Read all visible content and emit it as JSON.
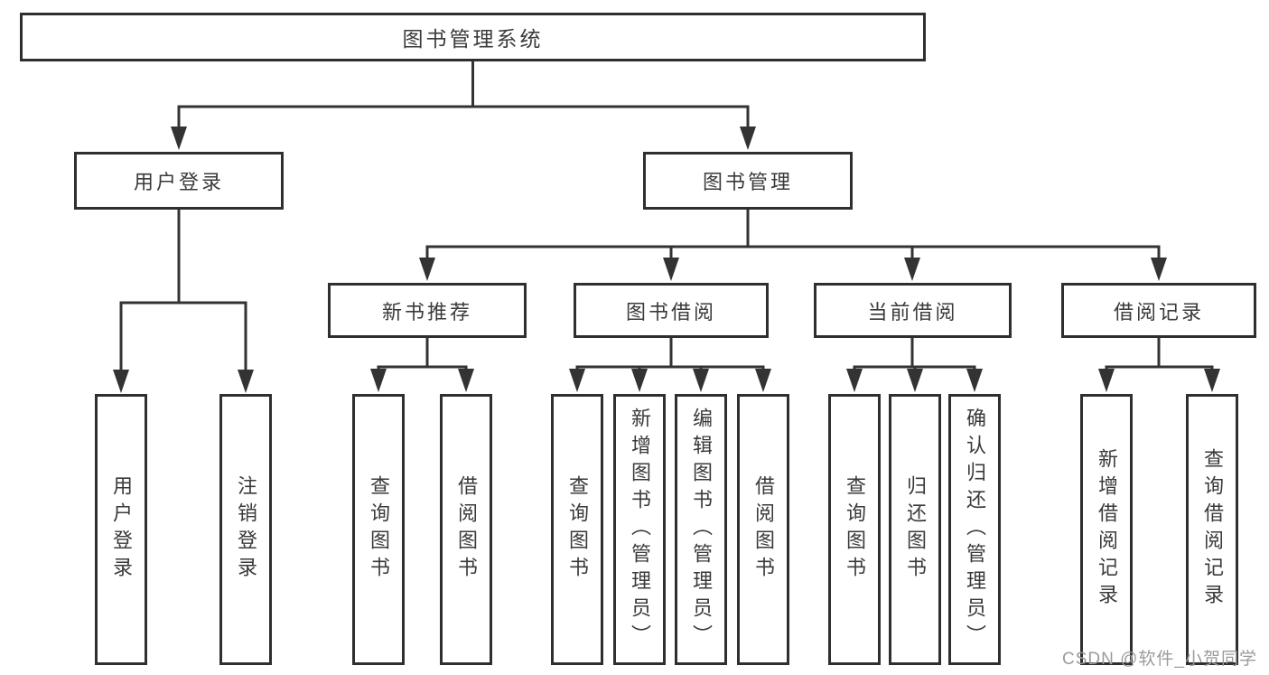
{
  "diagram_title": "图书管理系统",
  "tree": {
    "label": "图书管理系统",
    "children": [
      {
        "label": "用户登录",
        "children": [
          {
            "label": "用户登录"
          },
          {
            "label": "注销登录"
          }
        ]
      },
      {
        "label": "图书管理",
        "children": [
          {
            "label": "新书推荐",
            "children": [
              {
                "label": "查询图书"
              },
              {
                "label": "借阅图书"
              }
            ]
          },
          {
            "label": "图书借阅",
            "children": [
              {
                "label": "查询图书"
              },
              {
                "label": "新增图书（管理员）"
              },
              {
                "label": "编辑图书（管理员）"
              },
              {
                "label": "借阅图书"
              }
            ]
          },
          {
            "label": "当前借阅",
            "children": [
              {
                "label": "查询图书"
              },
              {
                "label": "归还图书"
              },
              {
                "label": "确认归还（管理员）"
              }
            ]
          },
          {
            "label": "借阅记录",
            "children": [
              {
                "label": "新增借阅记录"
              },
              {
                "label": "查询借阅记录"
              }
            ]
          }
        ]
      }
    ]
  },
  "watermark": {
    "text": "CSDN @软件_小贺同学"
  },
  "colors": {
    "line": "#333333",
    "box_border": "#2f2f2f",
    "text": "#3a3a3a",
    "watermark": "#9b9b9b",
    "background": "#ffffff"
  }
}
